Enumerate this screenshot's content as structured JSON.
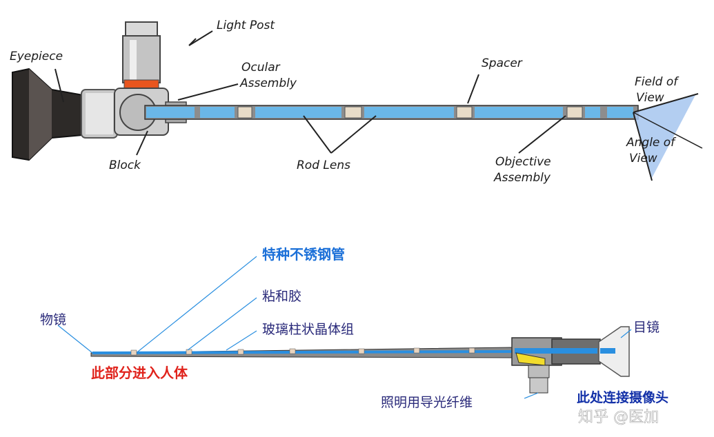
{
  "top_diagram": {
    "labels": {
      "eyepiece": "Eyepiece",
      "light_post": "Light Post",
      "ocular_assembly_1": "Ocular",
      "ocular_assembly_2": "Assembly",
      "spacer": "Spacer",
      "field_of_view_1": "Field of",
      "field_of_view_2": "View",
      "angle_of_view_1": "Angle of",
      "angle_of_view_2": "View",
      "block": "Block",
      "rod_lens": "Rod Lens",
      "objective_assembly_1": "Objective",
      "objective_assembly_2": "Assembly"
    },
    "colors": {
      "lens_blue": "#6ab7e8",
      "tube_gray": "#9a9a9a",
      "orange_band": "#e8551e"
    }
  },
  "bottom_diagram": {
    "labels": {
      "steel_tube": "特种不锈钢管",
      "glue": "粘和胶",
      "objective_lens": "物镜",
      "rod_lens_group": "玻璃柱状晶体组",
      "insert_body": "此部分进入人体",
      "eyepiece": "目镜",
      "camera_connect": "此处连接摄像头",
      "fiber": "照明用导光纤维"
    },
    "colors": {
      "label_blue": "#1a6fd8",
      "label_red": "#e0231c",
      "line_blue": "#2a8fe0"
    }
  },
  "watermark": "知乎 @医加"
}
